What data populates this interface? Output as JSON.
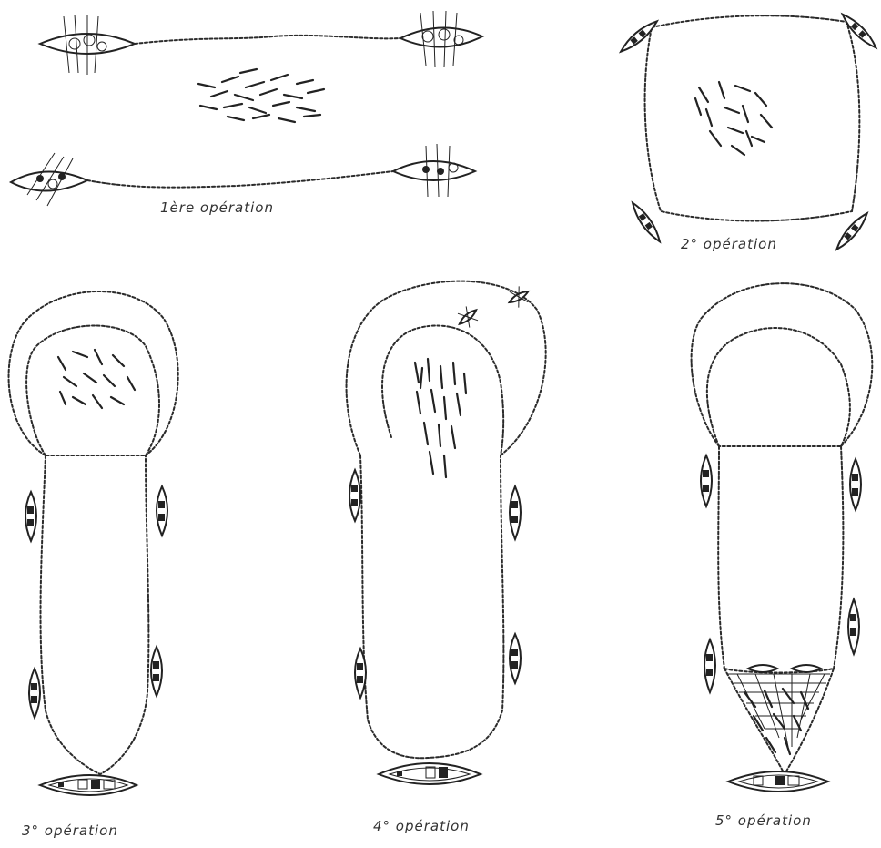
{
  "captions": {
    "op1": "1ère opération",
    "op2": "2° opération",
    "op3": "3° opération",
    "op4": "4° opération",
    "op5": "5° opération"
  },
  "colors": {
    "ink": "#222222",
    "paper": "#ffffff"
  }
}
